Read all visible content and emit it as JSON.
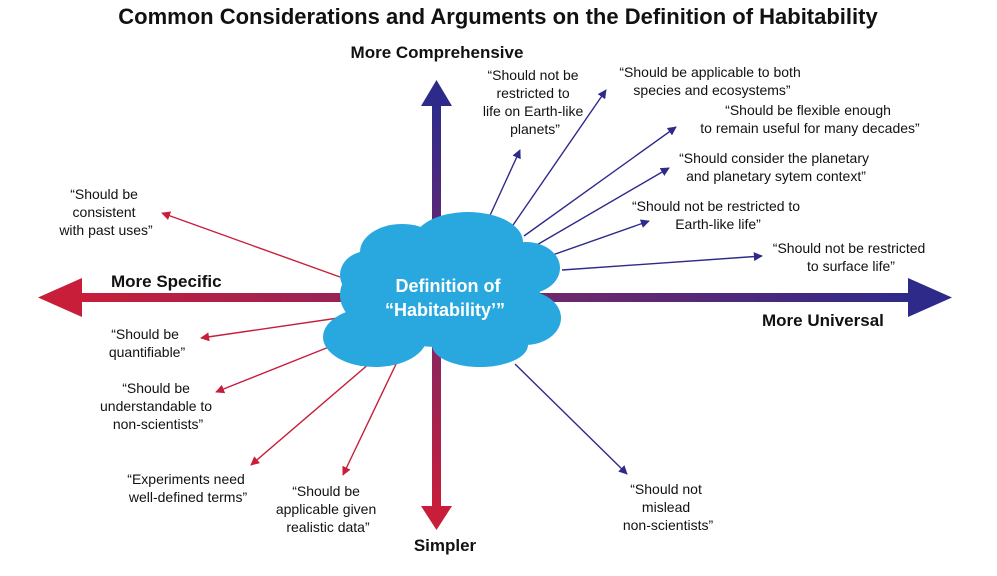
{
  "title": "Common Considerations and Arguments on the Definition of Habitability",
  "center": {
    "line1": "Definition of",
    "line2": "“Habitability’”"
  },
  "axes": {
    "top": "More Comprehensive",
    "bottom": "Simpler",
    "left": "More Specific",
    "right": "More Universal"
  },
  "colors": {
    "cloud": "#29a8e0",
    "universal_arrow": "#2e2a8a",
    "specific_arrow": "#c81e3a"
  },
  "comprehensive_notes": [
    {
      "lines": [
        "“Should not be",
        "restricted to",
        "life on Earth-like",
        "planets”"
      ]
    },
    {
      "lines": [
        "“Should be applicable to both",
        "species and ecosystems”"
      ]
    },
    {
      "lines": [
        "“Should be flexible enough",
        "to remain useful for many decades”"
      ]
    },
    {
      "lines": [
        "“Should consider the planetary",
        "and planetary sytem context”"
      ]
    },
    {
      "lines": [
        "“Should not be restricted to",
        "Earth-like life”"
      ]
    },
    {
      "lines": [
        "“Should not be restricted",
        "to surface life”"
      ]
    }
  ],
  "simpler_notes": [
    {
      "lines": [
        "“Should be",
        "consistent",
        "with past uses”"
      ]
    },
    {
      "lines": [
        "“Should be",
        "quantifiable”"
      ]
    },
    {
      "lines": [
        "“Should be",
        "understandable to",
        "non-scientists”"
      ]
    },
    {
      "lines": [
        "“Experiments need",
        "well-defined terms”"
      ]
    },
    {
      "lines": [
        "“Should be",
        "applicable given",
        "realistic data”"
      ]
    },
    {
      "lines": [
        "“Should not",
        "mislead",
        "non-scientists”"
      ]
    }
  ]
}
